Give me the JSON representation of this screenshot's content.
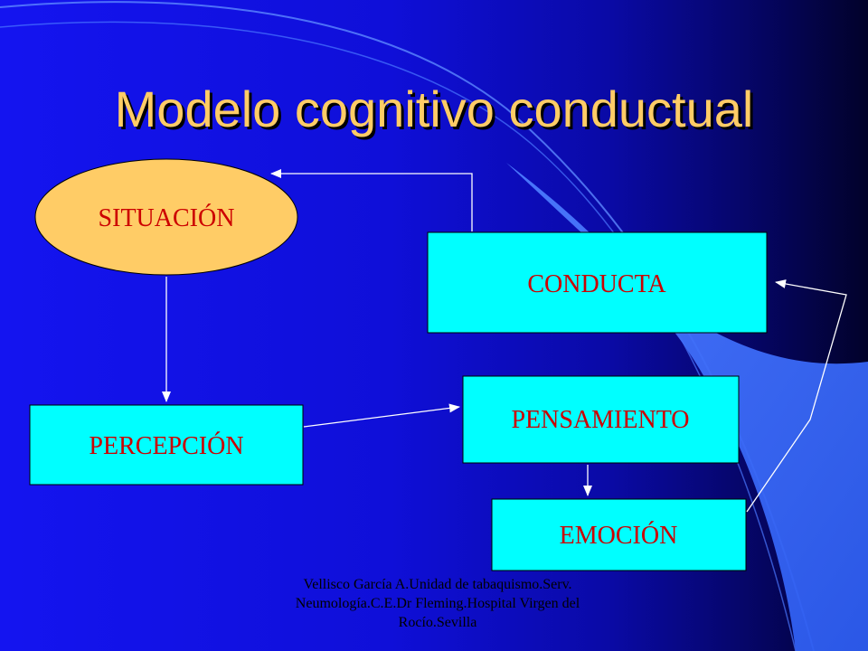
{
  "slide": {
    "title": "Modelo cognitivo conductual",
    "footer": "Vellisco García A.Unidad de tabaquismo.Serv. Neumología.C.E.Dr Fleming.Hospital Virgen del Rocío.Sevilla"
  },
  "diagram": {
    "nodes": {
      "situacion": {
        "label": "SITUACIÓN",
        "shape": "ellipse",
        "color": "#ffcc66"
      },
      "conducta": {
        "label": "CONDUCTA",
        "shape": "rectangle",
        "color": "#00ffff"
      },
      "percepcion": {
        "label": "PERCEPCIÓN",
        "shape": "rectangle",
        "color": "#00ffff"
      },
      "pensamiento": {
        "label": "PENSAMIENTO",
        "shape": "rectangle",
        "color": "#00ffff"
      },
      "emocion": {
        "label": "EMOCIÓN",
        "shape": "rectangle",
        "color": "#00ffff"
      }
    },
    "edges": [
      {
        "from": "situacion",
        "to": "percepcion"
      },
      {
        "from": "percepcion",
        "to": "pensamiento"
      },
      {
        "from": "pensamiento",
        "to": "emocion"
      },
      {
        "from": "emocion",
        "to": "conducta"
      },
      {
        "from": "conducta",
        "to": "situacion"
      }
    ],
    "label_color": "#cc0000"
  },
  "colors": {
    "title": "#ffcc66",
    "background": "#1414f0",
    "swoosh": "#3b6cf0"
  }
}
